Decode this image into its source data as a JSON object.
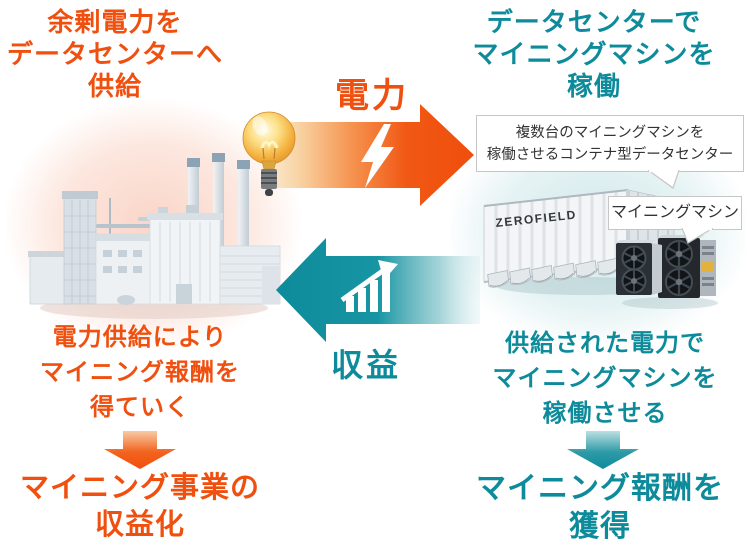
{
  "palette": {
    "orange": "#F0500F",
    "teal": "#0E8B9B",
    "bubble_border": "#C6C6C6",
    "bubble_text": "#333333",
    "pink_glow": "#FAD3C4",
    "cyan_glow": "#CDE7E9"
  },
  "power_side": {
    "heading": "余剰電力を\nデータセンターへ\n供給",
    "description": "電力供給により\nマイニング報酬を\n得ていく",
    "outcome": "マイニング事業の\n収益化"
  },
  "datacenter_side": {
    "heading": "データセンターで\nマイニングマシンを\n稼働",
    "bubble_caption": "複数台のマイニングマシンを\n稼働させるコンテナ型データセンター",
    "container_brand": "ZEROFIELD",
    "miner_label": "マイニングマシン",
    "description": "供給された電力で\nマイニングマシンを\n稼働させる",
    "outcome": "マイニング報酬を\n獲得"
  },
  "flows": {
    "power_label": "電力",
    "revenue_label": "収益"
  },
  "icons": {
    "bulb_icon": "glowing light bulb",
    "lightning_icon": "lightning bolt",
    "chart_icon": "rising bar chart with arrow",
    "plant_image": "thermal power plant",
    "container_image": "container-type data center",
    "miners_image": "mining machines"
  }
}
